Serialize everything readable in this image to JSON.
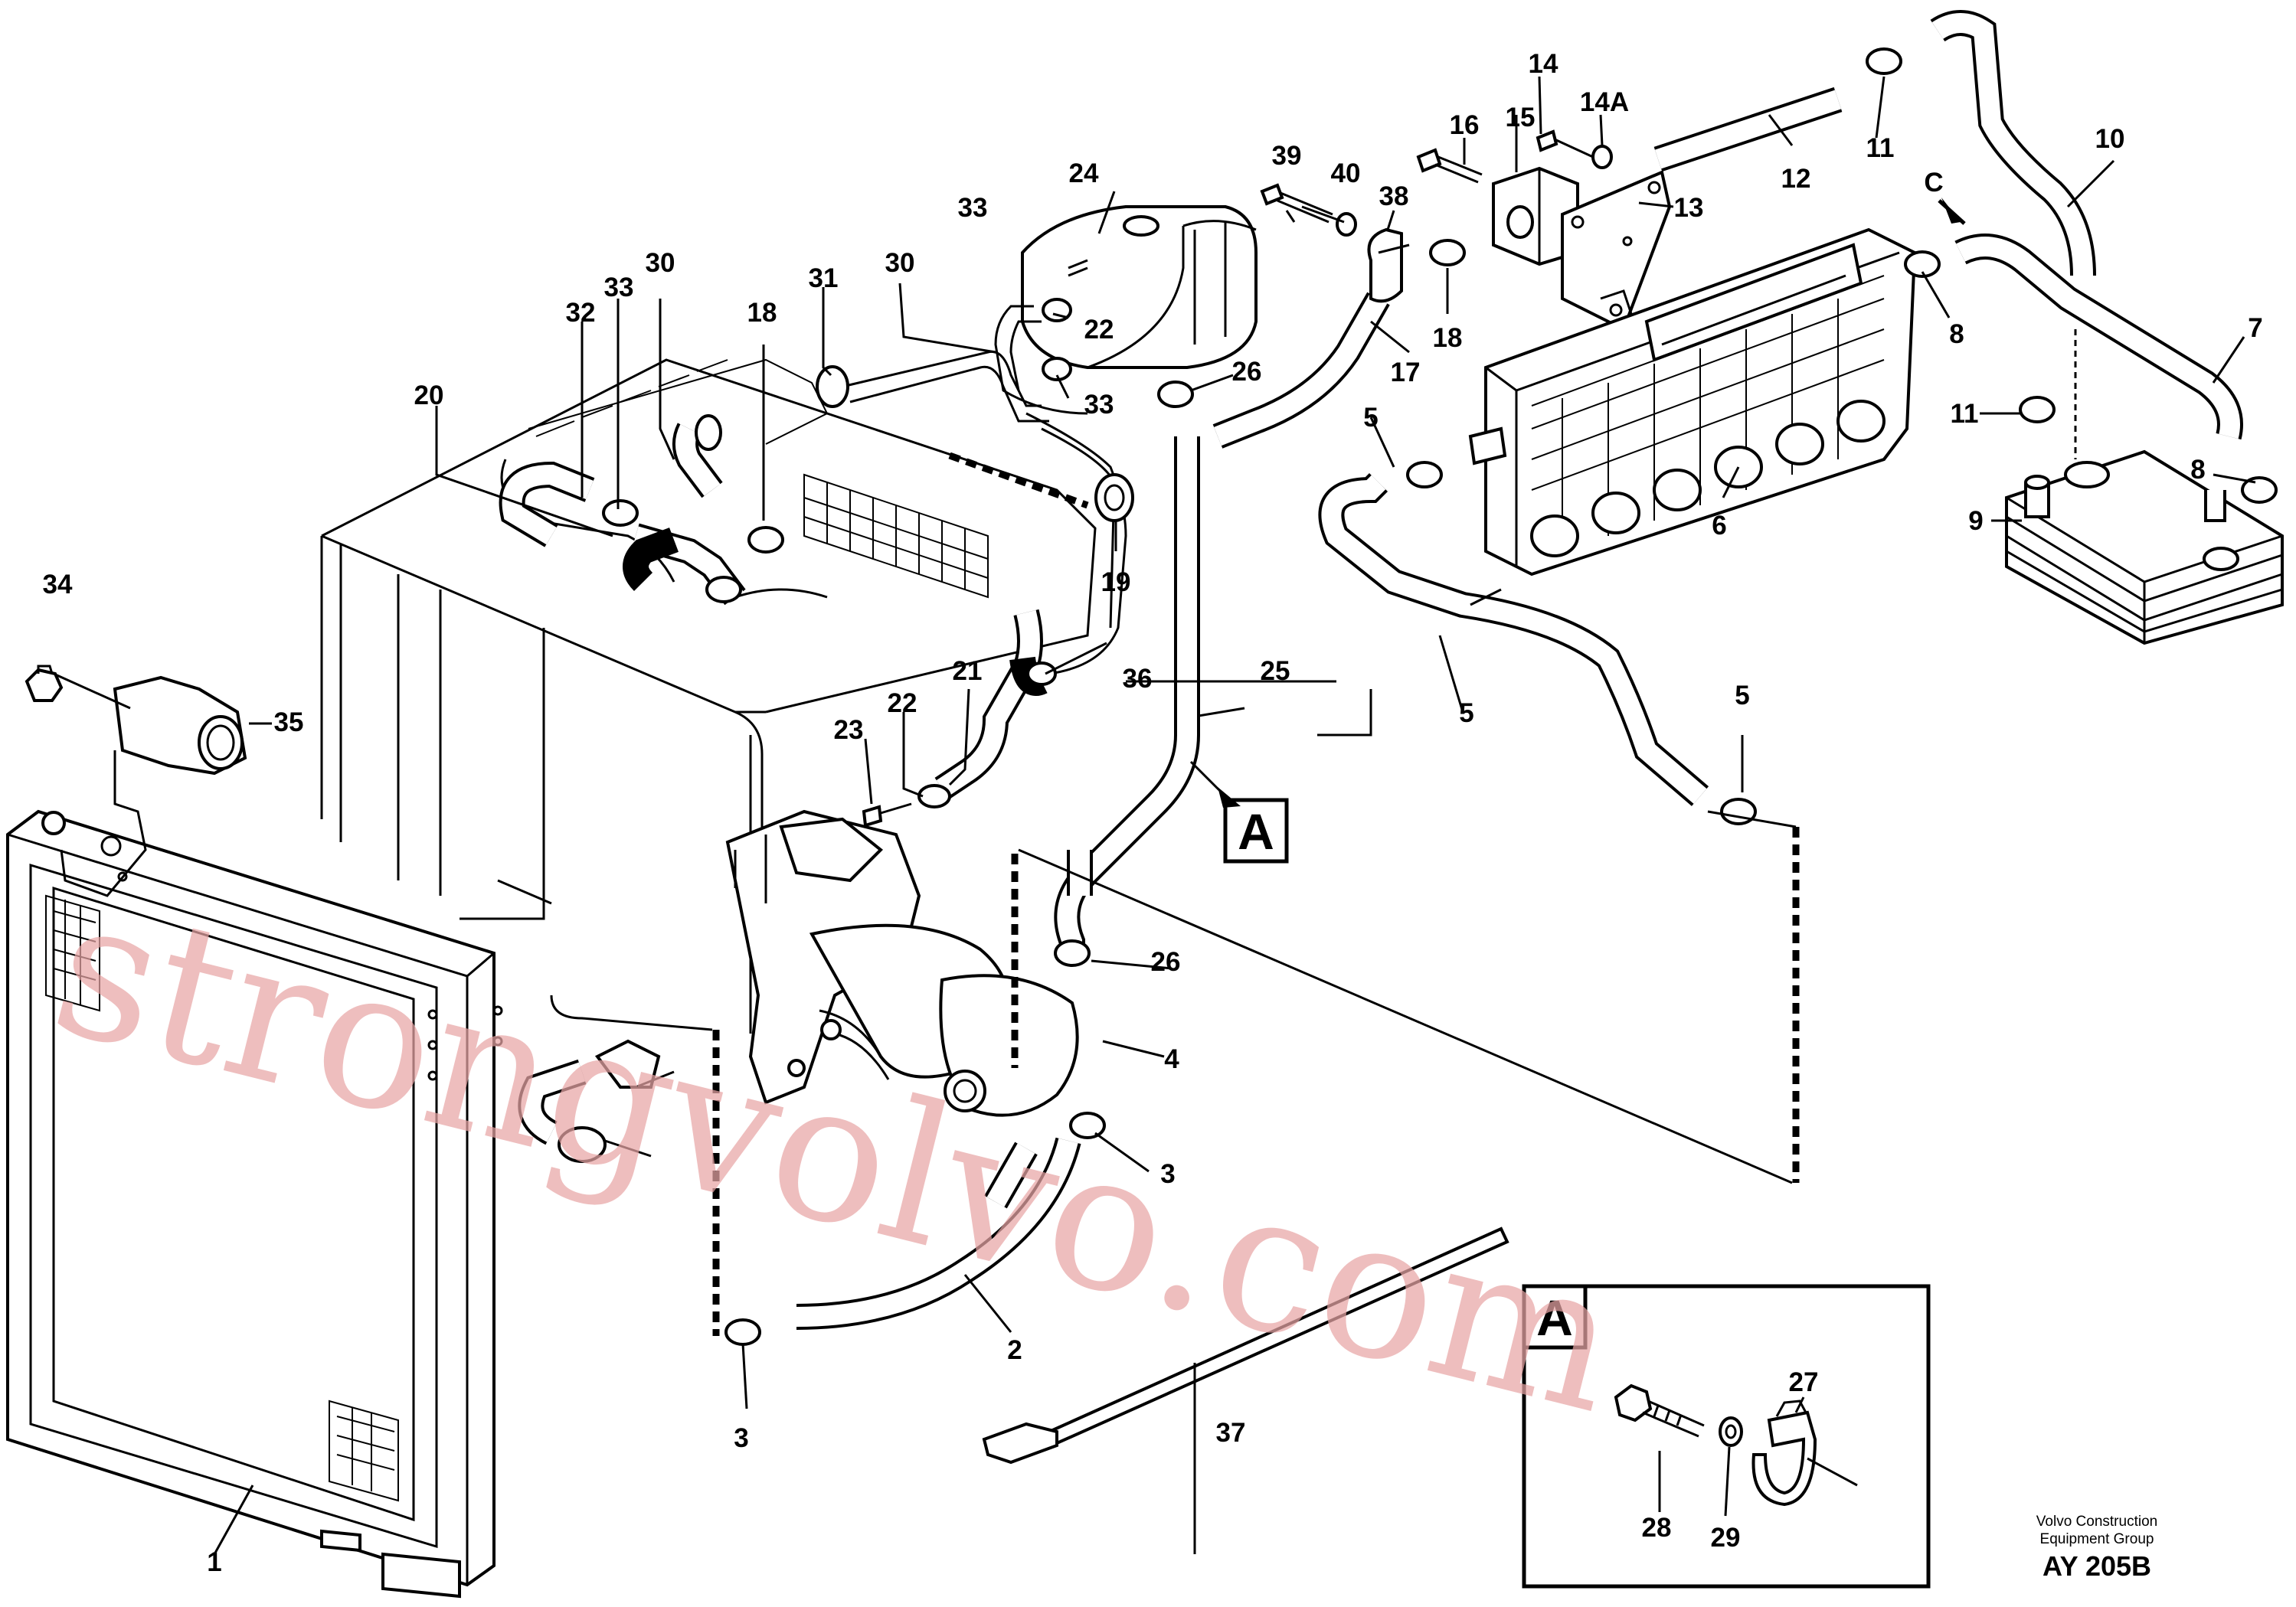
{
  "watermark": "strongvolvo.com",
  "callouts": [
    "1",
    "2",
    "3",
    "3",
    "4",
    "5",
    "5",
    "5",
    "6",
    "7",
    "8",
    "8",
    "9",
    "10",
    "11",
    "11",
    "12",
    "13",
    "14",
    "14A",
    "15",
    "16",
    "17",
    "18",
    "18",
    "19",
    "20",
    "21",
    "22",
    "22",
    "23",
    "24",
    "25",
    "26",
    "26",
    "27",
    "28",
    "29",
    "30",
    "30",
    "31",
    "32",
    "33",
    "33",
    "33",
    "34",
    "35",
    "36",
    "37",
    "38",
    "39",
    "40"
  ],
  "view_markers": {
    "section_a": "A",
    "inset_a": "A",
    "c_arrow": "C"
  },
  "inset_a_callouts": [
    "27",
    "28",
    "29"
  ],
  "footer": {
    "company_line1": "Volvo Construction",
    "company_line2": "Equipment Group",
    "drawing_code": "AY 205B"
  }
}
